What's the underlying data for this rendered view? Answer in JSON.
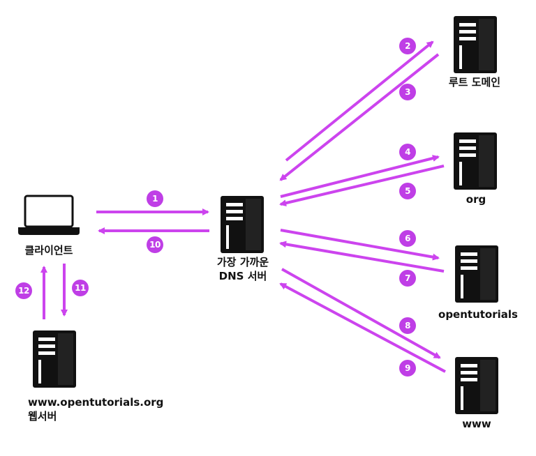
{
  "colors": {
    "arrow": "#cc44ee",
    "badge": "#bf3ee6",
    "server": "#111111"
  },
  "nodes": {
    "client": {
      "label": "클라이언트",
      "icon": "laptop-icon"
    },
    "dns": {
      "label_line1": "가장 가까운",
      "label_line2": "DNS 서버",
      "icon": "server-icon"
    },
    "root": {
      "label": "루트 도메인",
      "icon": "server-icon"
    },
    "org": {
      "label": "org",
      "icon": "server-icon"
    },
    "opentutorials": {
      "label": "opentutorials",
      "icon": "server-icon"
    },
    "www": {
      "label": "www",
      "icon": "server-icon"
    },
    "webserver": {
      "label_line1": "www.opentutorials.org",
      "label_line2": "웹서버",
      "icon": "server-icon"
    }
  },
  "steps": [
    "1",
    "2",
    "3",
    "4",
    "5",
    "6",
    "7",
    "8",
    "9",
    "10",
    "11",
    "12"
  ]
}
